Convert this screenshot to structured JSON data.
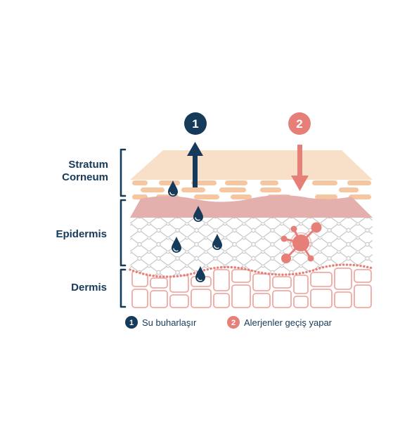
{
  "layers": {
    "stratum_corneum": "Stratum\nCorneum",
    "epidermis": "Epidermis",
    "dermis": "Dermis"
  },
  "markers": {
    "one": "1",
    "two": "2"
  },
  "legend": {
    "item1": "Su buharlaşır",
    "item2": "Alerjenler geçiş yapar"
  },
  "colors": {
    "navy": "#163a59",
    "coral": "#e77f79",
    "peach": "#f8dfc7",
    "brick_orange": "#f6c6a0",
    "pink_layer": "#e4b0ad",
    "cell_outline": "#f0a9a3"
  },
  "icons": [
    "arrow-up-icon",
    "arrow-down-icon",
    "water-drop-icon",
    "allergen-molecule-icon"
  ]
}
